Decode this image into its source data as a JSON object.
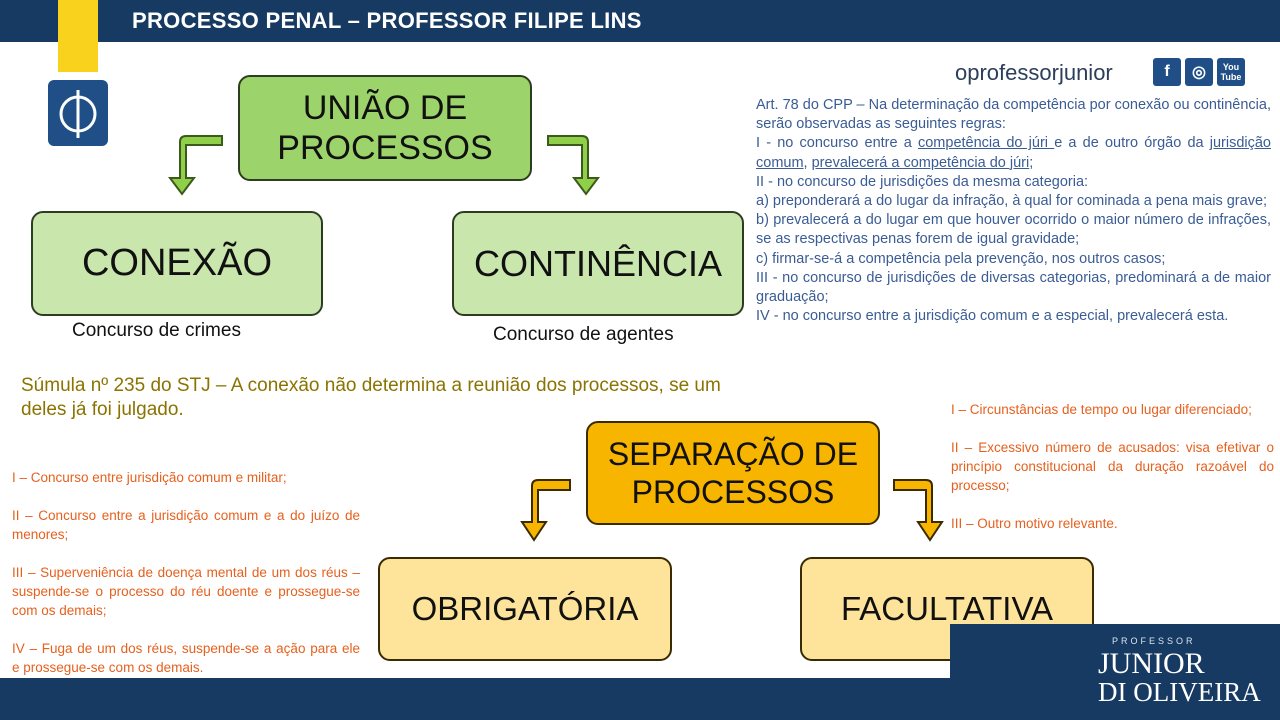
{
  "header": {
    "title": "PROCESSO PENAL – PROFESSOR FILIPE LINS"
  },
  "social": {
    "handle": "oprofessorjunior",
    "facebook": "f",
    "instagram": "◎",
    "youtube_line1": "You",
    "youtube_line2": "Tube"
  },
  "brand": {
    "small": "PROFESSOR",
    "line1": "JUNIOR",
    "line2": "DI OLIVEIRA"
  },
  "diagram": {
    "root": "UNIÃO DE PROCESSOS",
    "left": {
      "title": "CONEXÃO",
      "caption": "Concurso de crimes"
    },
    "right": {
      "title": "CONTINÊNCIA",
      "caption": "Concurso de agentes"
    },
    "sumula": "Súmula nº 235 do STJ – A conexão não determina a reunião dos processos, se um deles já foi julgado.",
    "separacao": "SEPARAÇÃO DE PROCESSOS",
    "obrigatoria": "OBRIGATÓRIA",
    "facultativa": "FACULTATIVA"
  },
  "art78": {
    "intro": "Art. 78 do CPP – Na determinação da competência por conexão ou continência, serão observadas as seguintes regras:",
    "i_a": "I - no concurso entre a ",
    "i_b": "competência do júri ",
    "i_c": "e a de outro órgão da ",
    "i_d": "jurisdição comum",
    "i_e": ", ",
    "i_f": "prevalecerá a competência do júri",
    "i_g": ";",
    "ii": "II - no concurso de jurisdições da mesma categoria:",
    "a": "a) preponderará a do lugar da infração, à qual for cominada a pena mais grave;",
    "b": "b) prevalecerá a do lugar em que houver ocorrido o maior número de infrações, se as respectivas penas forem de igual gravidade;",
    "c": "c) firmar-se-á a competência pela prevenção, nos outros casos;",
    "iii": "III - no concurso de jurisdições de diversas categorias, predominará a de maior graduação;",
    "iv": "IV - no concurso entre a jurisdição comum e a especial, prevalecerá esta."
  },
  "obrigatoria_list": [
    "I – Concurso entre jurisdição comum e militar;",
    "II – Concurso entre a jurisdição comum e a do juízo de menores;",
    "III – Superveniência de doença mental de um dos réus – suspende-se o processo do réu doente e prossegue-se com os demais;",
    "IV – Fuga de um dos réus, suspende-se a ação para ele e prossegue-se com os demais."
  ],
  "facultativa_list": [
    "I – Circunstâncias de tempo ou lugar diferenciado;",
    "II – Excessivo número de acusados: visa efetivar o princípio constitucional da duração razoável do processo;",
    "III – Outro motivo relevante."
  ],
  "colors": {
    "header": "#173a63",
    "green": "#9cd36a",
    "orange": "#f7b500",
    "text_orange": "#e6601e",
    "text_blue": "#3a5c95",
    "sumula": "#8a7300"
  }
}
